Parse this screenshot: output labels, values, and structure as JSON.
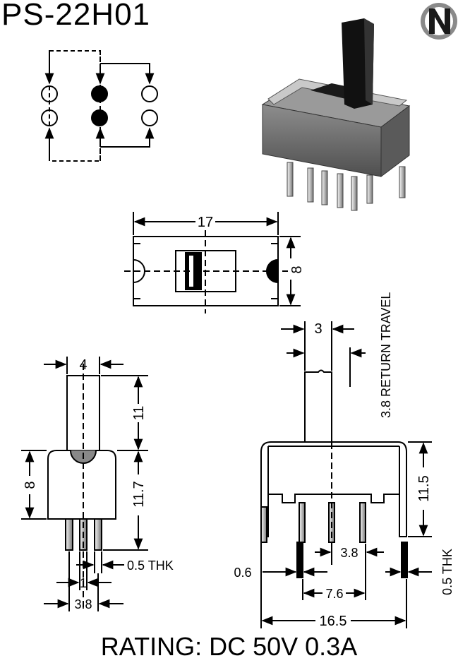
{
  "header": {
    "model": "PS-22H01",
    "logo_letter": "N"
  },
  "footer": {
    "rating": "RATING: DC 50V 0.3A"
  },
  "top_view": {
    "length": "17",
    "width": "8"
  },
  "side_view": {
    "actuator_width": "4",
    "actuator_height": "11",
    "body_height": "8",
    "overall_height": "11.7",
    "pin_thickness": "0.5 THK",
    "pin_spacing": "1",
    "pin_pitch": "3.8"
  },
  "front_view": {
    "actuator_width": "3",
    "return_travel": "3.8 RETURN TRAVEL",
    "body_height": "11.5",
    "pin_pitch": "3.8",
    "pin_width": "0.6",
    "pin_row_span": "7.6",
    "overall_length": "16.5",
    "terminal_thickness": "0.5 THK"
  },
  "colors": {
    "ink": "#000000",
    "paper": "#ffffff",
    "body_gray": "#6e6e6e",
    "logo_gray": "#8a8a8a"
  }
}
